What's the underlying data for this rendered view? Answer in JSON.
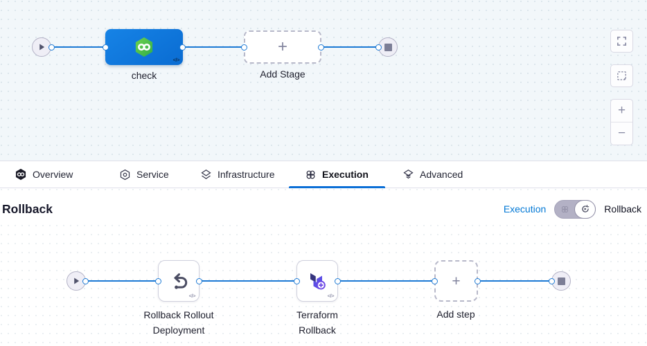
{
  "top_pipeline": {
    "stage_name": "check",
    "add_stage_label": "Add Stage",
    "code_badge": "</>"
  },
  "zoom_controls": {
    "zoom_in_glyph": "+",
    "zoom_out_glyph": "−",
    "icons": [
      "fullscreen-icon",
      "marquee-select-icon",
      "zoom-in",
      "zoom-out"
    ]
  },
  "tabs": {
    "items": [
      {
        "label": "Overview",
        "icon": "harness-logo-icon",
        "active": false
      },
      {
        "label": "Service",
        "icon": "service-icon",
        "active": false
      },
      {
        "label": "Infrastructure",
        "icon": "infrastructure-icon",
        "active": false
      },
      {
        "label": "Execution",
        "icon": "execution-icon",
        "active": true
      },
      {
        "label": "Advanced",
        "icon": "advanced-icon",
        "active": false
      }
    ]
  },
  "rollback_section": {
    "title": "Rollback",
    "mode_execution": "Execution",
    "mode_rollback": "Rollback",
    "steps": [
      {
        "name": "Rollback Rollout Deployment",
        "icon": "rollback-undo-icon"
      },
      {
        "name": "Terraform Rollback",
        "icon": "terraform-icon"
      }
    ],
    "add_step_label": "Add step",
    "code_badge": "</>"
  },
  "colors": {
    "accent_blue": "#0278d5",
    "node_blue": "#0d76dc",
    "harness_green": "#43bd46",
    "terraform_purple": "#5c4ee5",
    "canvas_tint": "#f2f7fa"
  }
}
